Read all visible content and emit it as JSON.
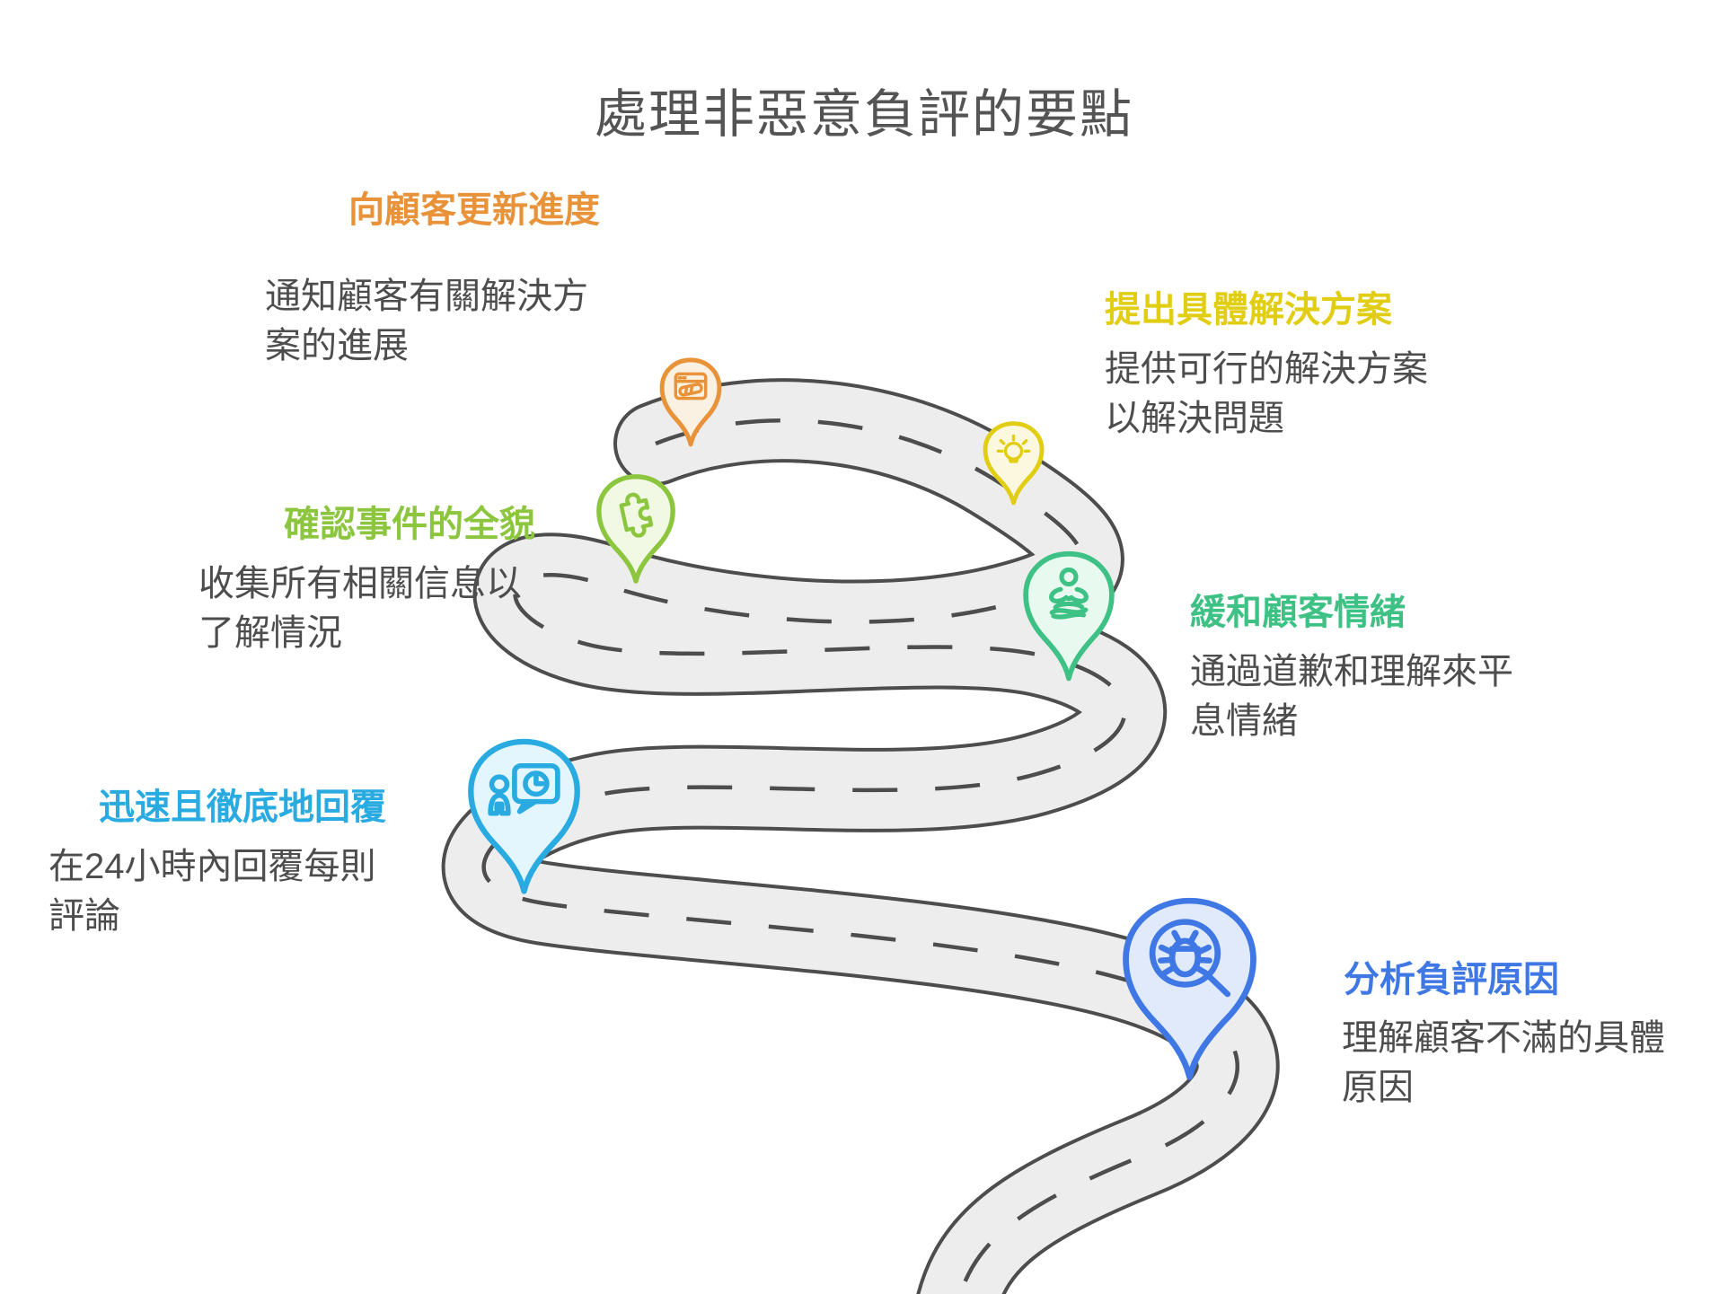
{
  "title": "處理非惡意負評的要點",
  "text_color": "#4d4d4d",
  "road": {
    "surface_color": "#ededed",
    "edge_color": "#4d4d4d"
  },
  "steps": [
    {
      "label": "向顧客更新進度",
      "description": "通知顧客有關解決方案的進展",
      "color": "#e8923a",
      "fill_color": "#fbf1e3",
      "icon": "newspaper-card-icon"
    },
    {
      "label": "提出具體解決方案",
      "description": "提供可行的解決方案以解決問題",
      "color": "#e2cd15",
      "fill_color": "#fbf8df",
      "icon": "lightbulb-icon"
    },
    {
      "label": "確認事件的全貌",
      "description": "收集所有相關信息以了解情況",
      "color": "#8cc63f",
      "fill_color": "#f1f8e3",
      "icon": "puzzle-piece-icon"
    },
    {
      "label": "緩和顧客情緒",
      "description": "通過道歉和理解來平息情緒",
      "color": "#3ec184",
      "fill_color": "#e8f9f0",
      "icon": "meditation-icon"
    },
    {
      "label": "迅速且徹底地回覆",
      "description": "在24小時內回覆每則評論",
      "color": "#29abe2",
      "fill_color": "#e3f5fd",
      "icon": "person-chat-clock-icon"
    },
    {
      "label": "分析負評原因",
      "description": "理解顧客不滿的具體原因",
      "color": "#3f78e4",
      "fill_color": "#e0eafb",
      "icon": "bug-magnifier-icon"
    }
  ]
}
